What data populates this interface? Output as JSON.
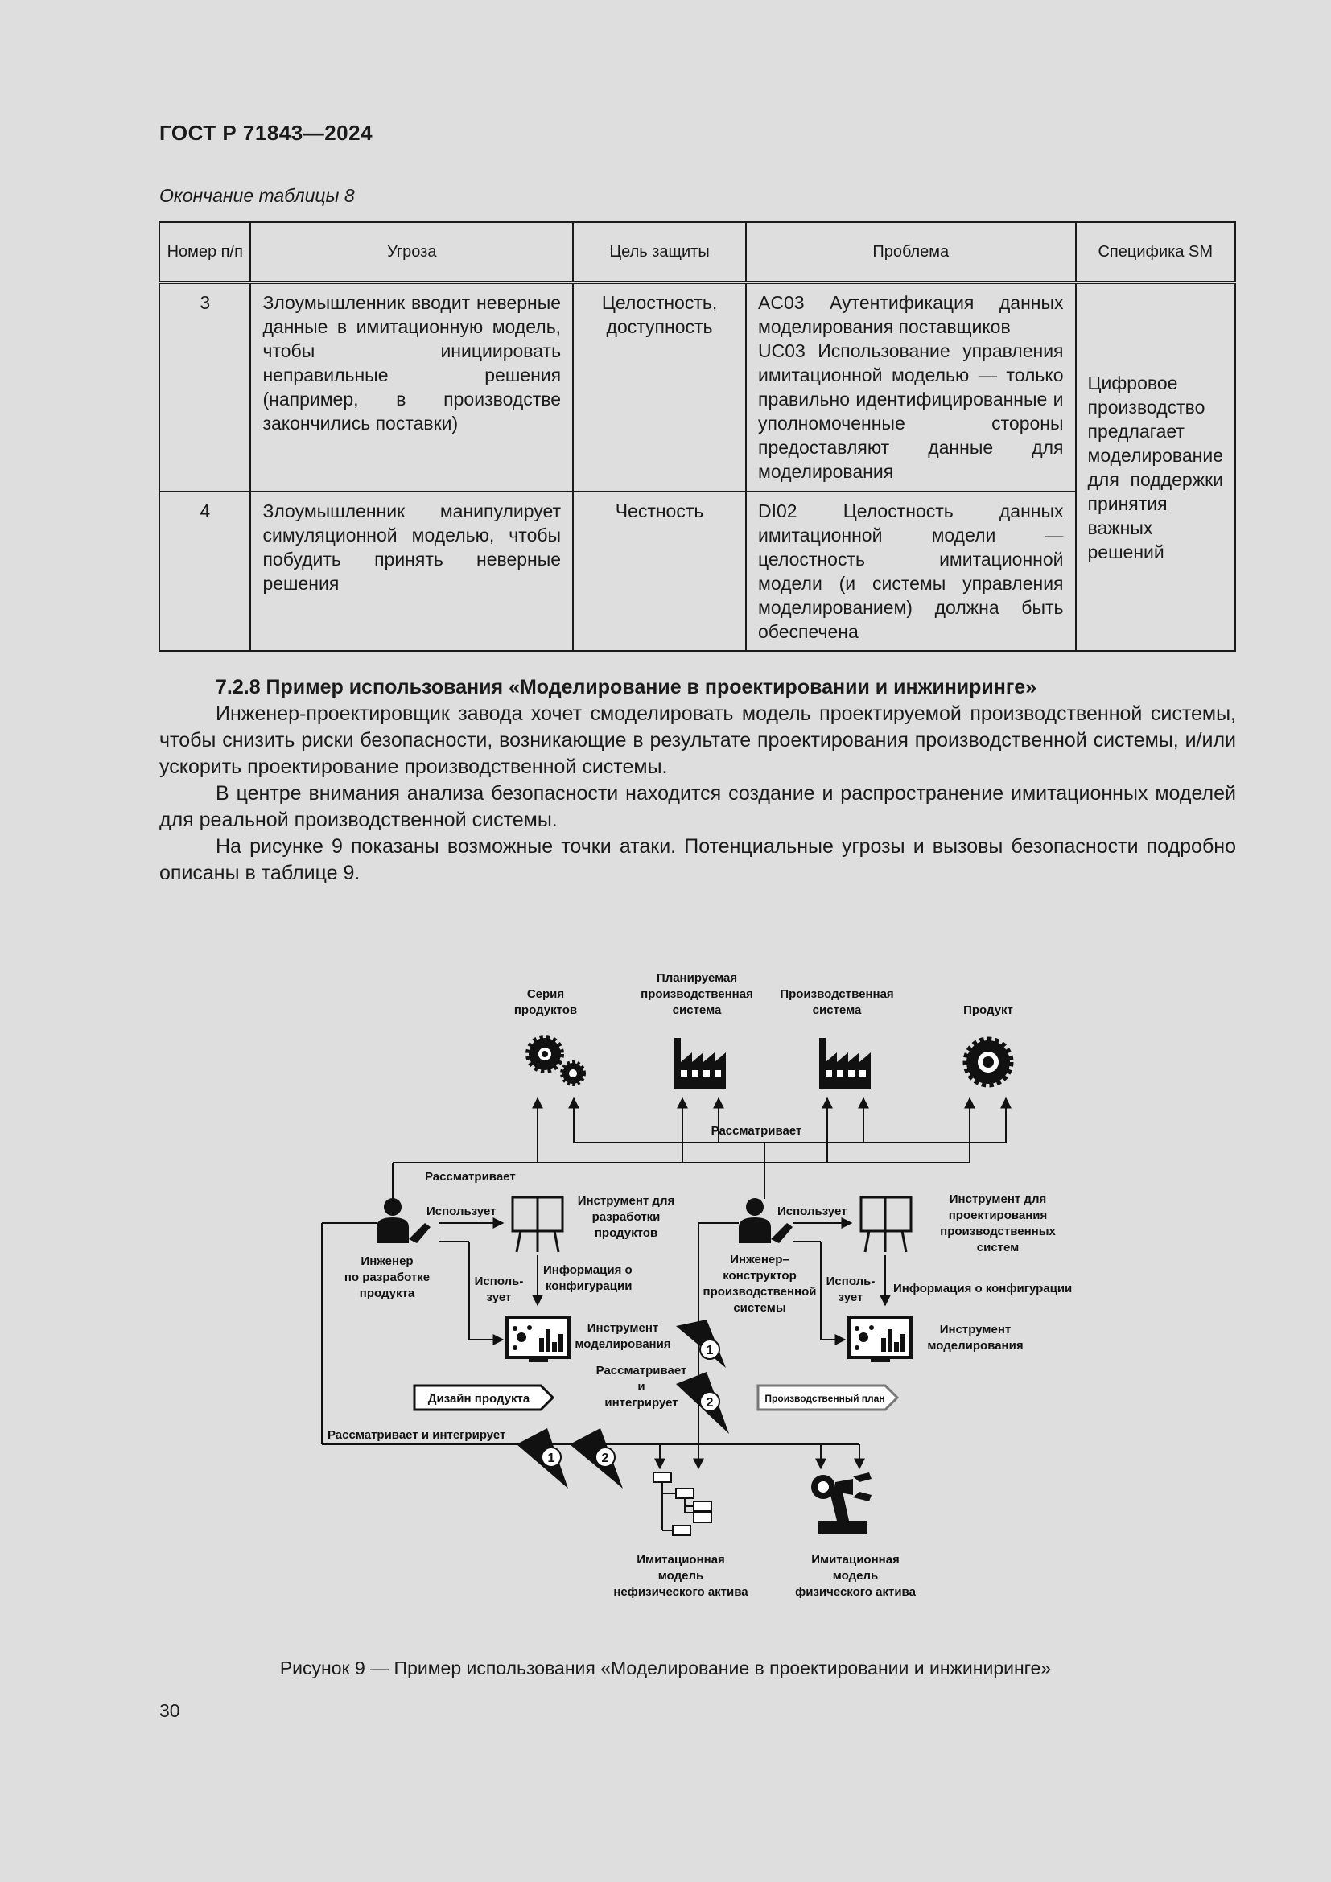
{
  "header": {
    "doc_id": "ГОСТ Р 71843—2024"
  },
  "table": {
    "caption": "Окончание таблицы 8",
    "columns": [
      "Номер п/п",
      "Угроза",
      "Цель защиты",
      "Проблема",
      "Специфика SM"
    ],
    "rows": [
      {
        "num": "3",
        "threat": "Злоумышленник вводит неверные данные в имитационную модель, чтобы инициировать неправильные решения (например, в производстве закончились поставки)",
        "goal": "Целостность, доступность",
        "problem_1": "AC03 Аутентификация данных моделирования поставщиков",
        "problem_2": "UC03 Использование управления имитационной моделью — только правильно идентифицированные и уполномоченные стороны предоставляют данные для моделирования"
      },
      {
        "num": "4",
        "threat": "Злоумышленник манипулирует симуляционной моделью, чтобы побудить принять неверные решения",
        "goal": "Честность",
        "problem_1": "DI02 Целостность данных имитационной модели — целостность имитационной модели (и системы управления моделированием) должна быть обеспечена"
      }
    ],
    "sm_specific": "Цифровое производство предлагает моделирование для поддержки принятия важных решений"
  },
  "section": {
    "heading": "7.2.8 Пример использования «Моделирование в проектировании и инжиниринге»",
    "p1": "Инженер-проектировщик завода хочет смоделировать модель проектируемой производственной системы, чтобы снизить риски безопасности, возникающие в результате проектирования производственной системы, и/или ускорить проектирование производственной системы.",
    "p2": "В центре внимания анализа безопасности находится создание и распространение имитационных моделей для реальной производственной системы.",
    "p3": "На рисунке 9 показаны возможные точки атаки. Потенциальные угрозы и вызовы безопасности подробно описаны в таблице 9."
  },
  "figure": {
    "top_labels": {
      "series_1": "Серия",
      "series_2": "продуктов",
      "planned_1": "Планируемая",
      "planned_2": "производственная",
      "planned_3": "система",
      "prodsys_1": "Производственная",
      "prodsys_2": "система",
      "product": "Продукт"
    },
    "considers": "Рассматривает",
    "uses": "Использует",
    "uses_split_1": "Исполь-",
    "uses_split_2": "зует",
    "tool_pd_1": "Инструмент для",
    "tool_pd_2": "разработки",
    "tool_pd_3": "продуктов",
    "tool_ps_1": "Инструмент для",
    "tool_ps_2": "проектирования",
    "tool_ps_3": "производственных",
    "tool_ps_4": "систем",
    "engineer_pd_1": "Инженер",
    "engineer_pd_2": "по разработке",
    "engineer_pd_3": "продукта",
    "engineer_ps_1": "Инженер–",
    "engineer_ps_2": "конструктор",
    "engineer_ps_3": "производственной",
    "engineer_ps_4": "системы",
    "config_info_1": "Информация о",
    "config_info_2": "конфигурации",
    "config_info_full": "Информация о конфигурации",
    "modeling_tool_1": "Инструмент",
    "modeling_tool_2": "моделирования",
    "consider_integrate_1": "Рассматривает",
    "consider_integrate_2": "и",
    "consider_integrate_3": "интегрирует",
    "consider_and_integrate": "Рассматривает и интегрирует",
    "design_product": "Дизайн продукта",
    "production_plan": "Производственный план",
    "sim_nonphys_1": "Имитационная",
    "sim_nonphys_2": "модель",
    "sim_nonphys_3": "нефизического актива",
    "sim_phys_1": "Имитационная",
    "sim_phys_2": "модель",
    "sim_phys_3": "физического актива",
    "attack_1": "1",
    "attack_2": "2"
  },
  "figure_caption": "Рисунок 9 — Пример использования «Моделирование в проектировании и инжиниринге»",
  "page_number": "30"
}
